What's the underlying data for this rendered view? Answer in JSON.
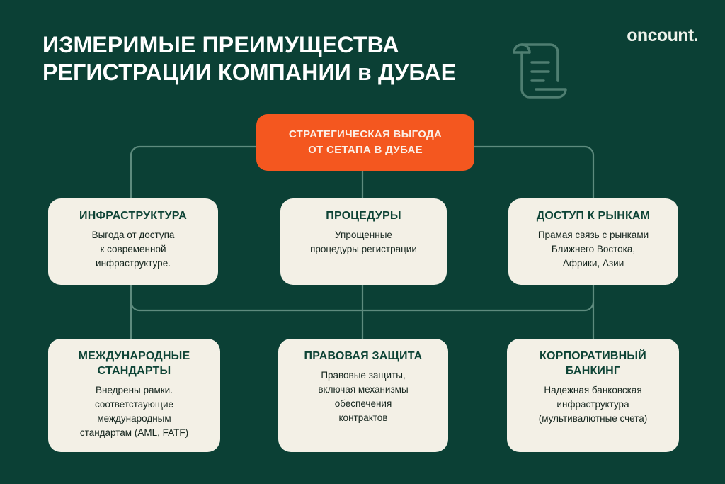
{
  "theme": {
    "background": "#0B4035",
    "accent_orange": "#F4571F",
    "card_background": "#F3F0E6",
    "heading_green": "#0E4436",
    "connector_line": "#5E8B7E",
    "title_color": "#FFFFFF"
  },
  "header": {
    "title_line1": "ИЗМЕРИМЫЕ ПРЕИМУЩЕСТВА",
    "title_line2": "РЕГИСТРАЦИИ КОМПАНИИ в ДУБАЕ",
    "logo": "oncount.",
    "icon": "scroll-document-icon"
  },
  "diagram": {
    "type": "org-tree",
    "root": {
      "label_line1": "СТРАТЕГИЧЕСКАЯ ВЫГОДА",
      "label_line2": "ОТ СЕТАПА В ДУБАЕ"
    },
    "cards": [
      {
        "id": "infrastructure",
        "heading": "ИНФРАСТРУКТУРА",
        "body": "Выгода от доступа\nк современной\nинфраструктуре.",
        "row": 1,
        "column": 1
      },
      {
        "id": "procedures",
        "heading": "ПРОЦЕДУРЫ",
        "body": "Упрощенные\nпроцедуры регистрации",
        "row": 1,
        "column": 2
      },
      {
        "id": "market-access",
        "heading": "ДОСТУП К РЫНКАМ",
        "body": "Прамая связь с рынками\nБлижнего Востока,\nАфрики, Азии",
        "row": 1,
        "column": 3
      },
      {
        "id": "international-standards",
        "heading": "МЕЖДУНАРОДНЫЕ\nСТАНДАРТЫ",
        "body": "Внедрены рамки.\nсоответстаующие\nмеждународным\nстандартам (AML, FATF)",
        "row": 2,
        "column": 1
      },
      {
        "id": "legal-protection",
        "heading": "ПРАВОВАЯ ЗАЩИТА",
        "body": "Правовые защиты,\nвключая механизмы\nобеспечения\nконтрактов",
        "row": 2,
        "column": 2
      },
      {
        "id": "corporate-banking",
        "heading": "КОРПОРАТИВНЫЙ\nБАНКИНГ",
        "body": "Надежная банковская\nинфраструктура\n(мультивалютные счета)",
        "row": 2,
        "column": 3
      }
    ]
  }
}
